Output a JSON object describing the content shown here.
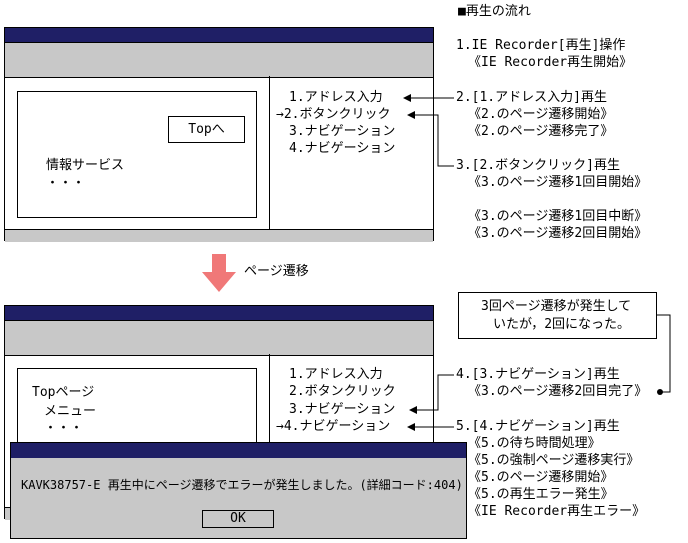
{
  "heading": "■再生の流れ",
  "top_window": {
    "button": "Topへ",
    "content_line1": "情報サービス",
    "content_line2": "・・・",
    "nav": [
      "1.アドレス入力",
      "→2.ボタンクリック",
      "3.ナビゲーション",
      "4.ナビゲーション"
    ]
  },
  "transition_label": "ページ遷移",
  "bottom_window": {
    "content_line1": "Topページ",
    "content_line2": "メニュー",
    "content_line3": "・・・",
    "nav": [
      "1.アドレス入力",
      "2.ボタンクリック",
      "3.ナビゲーション",
      "→4.ナビゲーション"
    ]
  },
  "error_dialog": {
    "message": "KAVK38757-E 再生中にページ遷移でエラーが発生しました。(詳細コード:404)",
    "ok_label": "OK"
  },
  "callout": [
    "3回ページ遷移が発生して",
    "いたが，2回になった。"
  ],
  "steps": [
    {
      "title": "1.IE Recorder[再生]操作",
      "items": [
        "《IE Recorder再生開始》"
      ]
    },
    {
      "title": "2.[1.アドレス入力]再生",
      "items": [
        "《2.のページ遷移開始》",
        "《2.のページ遷移完了》"
      ]
    },
    {
      "title": "3.[2.ボタンクリック]再生",
      "items": [
        "《3.のページ遷移1回目開始》",
        "",
        "《3.のページ遷移1回目中断》",
        "《3.のページ遷移2回目開始》"
      ]
    },
    {
      "title": "4.[3.ナビゲーション]再生",
      "items": [
        "《3.のページ遷移2回目完了》"
      ]
    },
    {
      "title": "5.[4.ナビゲーション]再生",
      "items": [
        "《5.の待ち時間処理》",
        "《5.の強制ページ遷移実行》",
        "《5.のページ遷移開始》",
        "《5.の再生エラー発生》",
        "《IE Recorder再生エラー》"
      ]
    }
  ],
  "colors": {
    "titlebar": "#1f1f66",
    "band": "#c8c8c8",
    "arrow": "#f07878"
  }
}
